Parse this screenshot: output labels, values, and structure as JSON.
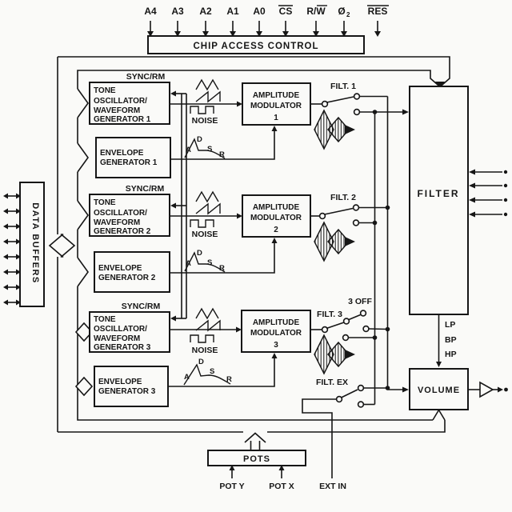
{
  "colors": {
    "ink": "#161616",
    "paper": "#fafaf8"
  },
  "pins": [
    {
      "label": "A4",
      "overline": "none"
    },
    {
      "label": "A3",
      "overline": "none"
    },
    {
      "label": "A2",
      "overline": "none"
    },
    {
      "label": "A1",
      "overline": "none"
    },
    {
      "label": "A0",
      "overline": "none"
    },
    {
      "label": "CS",
      "overline": "full"
    },
    {
      "label": "R/W",
      "overline": "w-only"
    },
    {
      "label": "Ø",
      "sub": "2",
      "overline": "none"
    },
    {
      "label": "RES",
      "overline": "full"
    }
  ],
  "chip_access_control": {
    "label": "CHIP ACCESS CONTROL"
  },
  "data_buffers": {
    "label": "DATA BUFFERS"
  },
  "voices": [
    {
      "sync_label": "SYNC/RM",
      "tone_lines": [
        "TONE",
        "OSCILLATOR/",
        "WAVEFORM",
        "GENERATOR 1"
      ],
      "envelope_lines": [
        "ENVELOPE",
        "GENERATOR 1"
      ],
      "noise_label": "NOISE",
      "am_lines": [
        "AMPLITUDE",
        "MODULATOR",
        "1"
      ],
      "filter_switch_label": "FILT. 1"
    },
    {
      "sync_label": "SYNC/RM",
      "tone_lines": [
        "TONE",
        "OSCILLATOR/",
        "WAVEFORM",
        "GENERATOR 2"
      ],
      "envelope_lines": [
        "ENVELOPE",
        "GENERATOR 2"
      ],
      "noise_label": "NOISE",
      "am_lines": [
        "AMPLITUDE",
        "MODULATOR",
        "2"
      ],
      "filter_switch_label": "FILT. 2"
    },
    {
      "sync_label": "SYNC/RM",
      "tone_lines": [
        "TONE",
        "OSCILLATOR/",
        "WAVEFORM",
        "GENERATOR 3"
      ],
      "envelope_lines": [
        "ENVELOPE",
        "GENERATOR 3"
      ],
      "noise_label": "NOISE",
      "am_lines": [
        "AMPLITUDE",
        "MODULATOR",
        "3"
      ],
      "filter_switch_label": "FILT. 3",
      "off_label": "3 OFF"
    }
  ],
  "adsr_letters": [
    "A",
    "D",
    "S",
    "R"
  ],
  "filter": {
    "label": "FILTER",
    "output_taps": [
      "LP",
      "BP",
      "HP"
    ]
  },
  "volume": {
    "label": "VOLUME"
  },
  "external_filter_switch_label": "FILT. EX",
  "pots": {
    "label": "POTS",
    "pot_y_label": "POT Y",
    "pot_x_label": "POT X"
  },
  "ext_in_label": "EXT IN"
}
